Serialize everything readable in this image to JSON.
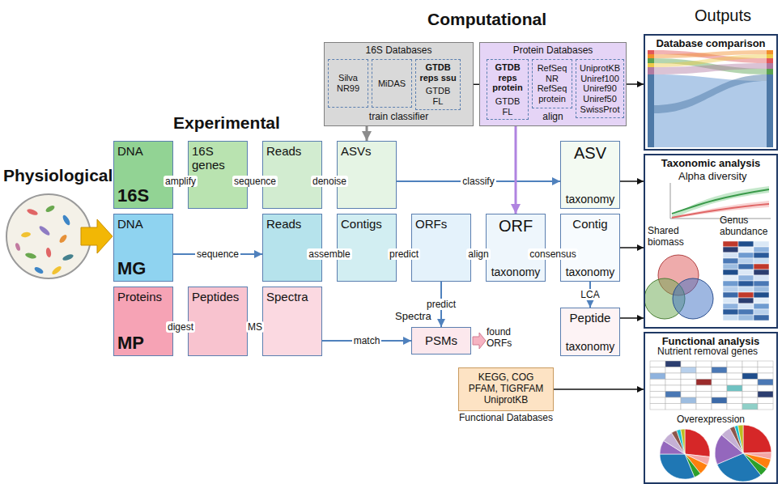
{
  "diagram": {
    "nodes": [
      {
        "text": [
          "16S Databases",
          "train classifier"
        ]
      },
      {
        "text": [
          "Silva NR99"
        ],
        "in": 0
      },
      {
        "text": [
          "MiDAS"
        ],
        "in": 0
      },
      {
        "text": [
          "GTDB reps ssu",
          "GTDB FL"
        ],
        "in": 0
      },
      {
        "text": [
          "Protein Databases",
          "align"
        ]
      },
      {
        "text": [
          "GTDB reps protein",
          "GTDB FL"
        ],
        "in": 4
      },
      {
        "text": [
          "RefSeq NR RefSeq protein"
        ],
        "in": 4
      },
      {
        "text": [
          "UniprotKB Uniref100 Uniref90 Uniref50 SwissProt"
        ],
        "in": 4
      },
      {
        "text": [
          "DNA",
          "16S"
        ]
      },
      {
        "text": [
          "16S genes"
        ]
      },
      {
        "text": [
          "Reads"
        ]
      },
      {
        "text": [
          "ASVs"
        ]
      },
      {
        "text": [
          "ASV",
          "taxonomy"
        ]
      },
      {
        "text": [
          "DNA",
          "MG"
        ]
      },
      {
        "text": [
          "Reads"
        ]
      },
      {
        "text": [
          "Contigs"
        ]
      },
      {
        "text": [
          "ORFs"
        ]
      },
      {
        "text": [
          "ORF",
          "taxonomy"
        ]
      },
      {
        "text": [
          "Contig",
          "taxonomy"
        ]
      },
      {
        "text": [
          "Proteins",
          "MP"
        ]
      },
      {
        "text": [
          "Peptides"
        ]
      },
      {
        "text": [
          "Spectra"
        ]
      },
      {
        "text": [
          "PSMs"
        ]
      },
      {
        "text": [
          "Peptide",
          "taxonomy"
        ]
      },
      {
        "text": [
          "KEGG, COG PFAM, TIGRFAM UniprotKB",
          "Functional Databases"
        ]
      },
      {
        "text": [
          "Database comparison"
        ]
      },
      {
        "text": [
          "Taxonomic analysis"
        ]
      },
      {
        "text": [
          "Functional analysis"
        ]
      }
    ],
    "edges": [
      {
        "from": 8,
        "to": 9,
        "label": "amplify",
        "arrow": "to"
      },
      {
        "from": 9,
        "to": 10,
        "label": "sequence",
        "arrow": "to"
      },
      {
        "from": 10,
        "to": 11,
        "label": "denoise",
        "arrow": "to"
      },
      {
        "from": 11,
        "to": 12,
        "label": "classify",
        "arrow": "to"
      },
      {
        "from": 13,
        "to": 14,
        "label": "sequence",
        "arrow": "to"
      },
      {
        "from": 14,
        "to": 15,
        "label": "assemble",
        "arrow": "to"
      },
      {
        "from": 15,
        "to": 16,
        "label": "predict",
        "arrow": "to"
      },
      {
        "from": 16,
        "to": 17,
        "label": "align",
        "arrow": "to"
      },
      {
        "from": 17,
        "to": 18,
        "label": "consensus",
        "arrow": "to"
      },
      {
        "from": 19,
        "to": 20,
        "label": "digest",
        "arrow": "to"
      },
      {
        "from": 20,
        "to": 21,
        "label": "MS",
        "arrow": "to"
      },
      {
        "from": 21,
        "to": 22,
        "label": "match",
        "arrow": "to"
      },
      {
        "from": 16,
        "to": 22,
        "label": "predict",
        "arrow": "to"
      },
      {
        "from": 18,
        "to": 23,
        "label": "LCA",
        "arrow": "to"
      },
      {
        "from": 0,
        "to": 11,
        "arrow": "to"
      },
      {
        "from": 4,
        "to": 17,
        "arrow": "to"
      },
      {
        "from": 3,
        "to": 5,
        "arrow": "both"
      },
      {
        "from": 4,
        "to": 25,
        "arrow": "to"
      },
      {
        "from": 12,
        "to": 26,
        "arrow": "to"
      },
      {
        "from": 18,
        "to": 26,
        "arrow": "to"
      },
      {
        "from": 23,
        "to": 26,
        "arrow": "to"
      },
      {
        "from": 24,
        "to": 27,
        "arrow": "to"
      }
    ],
    "labels": [
      "Computational",
      "Outputs",
      "Experimental",
      "Physiological",
      "Spectra",
      "found ORFs",
      "Alpha diversity",
      "Shared biomass",
      "Genus abundance",
      "Nutrient removal genes",
      "Overexpression"
    ]
  }
}
